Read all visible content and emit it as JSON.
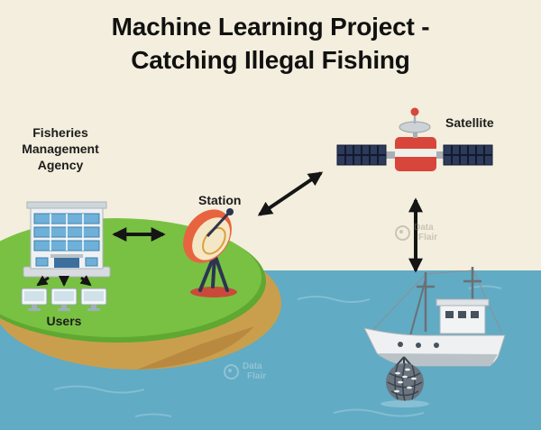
{
  "title": {
    "line1": "Machine Learning Project -",
    "line2": "Catching Illegal Fishing"
  },
  "nodes": {
    "agency_label": "Fisheries Management Agency",
    "station_label": "Station",
    "satellite_label": "Satellite",
    "users_label": "Users"
  },
  "watermark": {
    "line1": "Data",
    "line2": "Flair"
  },
  "colors": {
    "background": "#f3eedd",
    "water": "#61abc4",
    "island_green": "#79c143",
    "island_green_dark": "#5fa832",
    "island_soil": "#c99f4e",
    "arrow": "#151515",
    "satellite_body": "#d8453a",
    "solar_panel": "#2e3a59",
    "dish_orange": "#e8643e",
    "text": "#1c1c1c"
  }
}
